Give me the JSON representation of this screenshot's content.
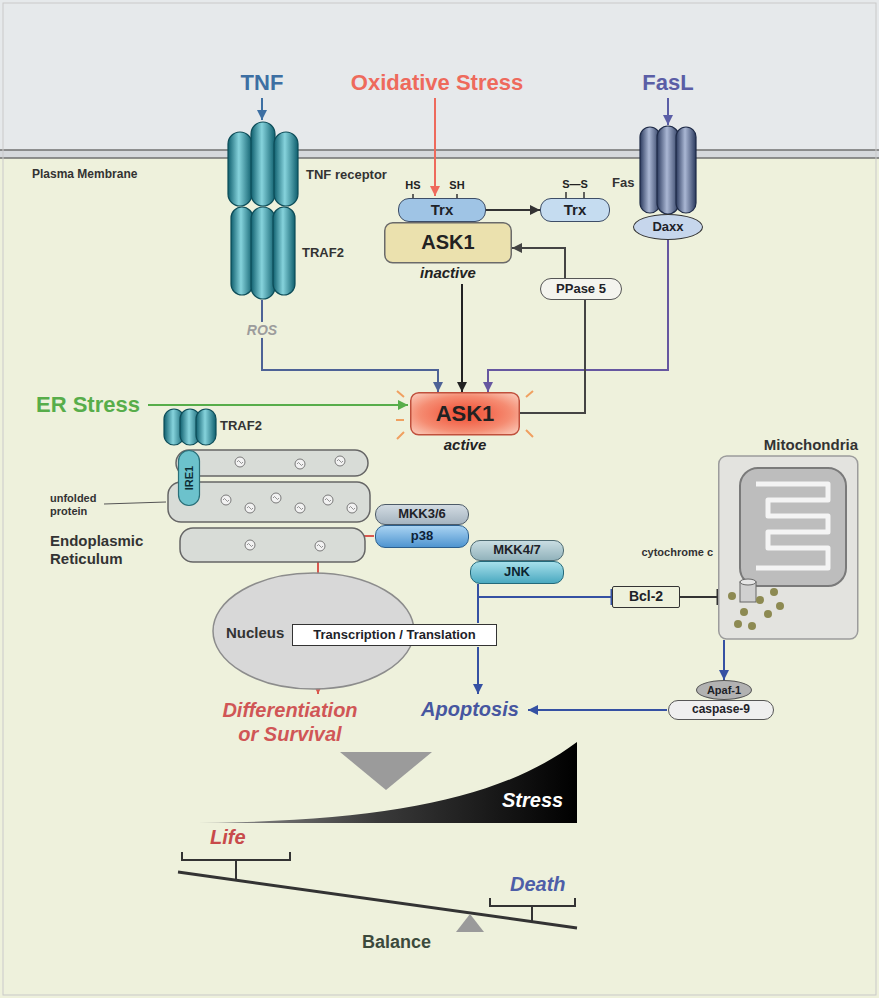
{
  "diagram": {
    "nodes": [
      {
        "text": [
          "TNF receptor"
        ]
      },
      {
        "text": [
          "Fas"
        ]
      },
      {
        "text": [
          "TRAF2"
        ]
      },
      {
        "text": [
          "Daxx"
        ]
      },
      {
        "text": [
          "Trx"
        ]
      },
      {
        "text": [
          "Trx"
        ]
      },
      {
        "text": [
          "ASK1",
          "inactive"
        ]
      },
      {
        "text": [
          "PPase 5"
        ]
      },
      {
        "text": [
          "ASK1",
          "active"
        ]
      },
      {
        "text": [
          "Endoplasmic Reticulum"
        ]
      },
      {
        "text": [
          "TRAF2"
        ]
      },
      {
        "text": [
          "IRE1"
        ],
        "in": 9
      },
      {
        "text": [
          "Mitochondria"
        ]
      },
      {
        "text": [
          "MKK3/6"
        ]
      },
      {
        "text": [
          "p38"
        ]
      },
      {
        "text": [
          "MKK4/7"
        ]
      },
      {
        "text": [
          "JNK"
        ]
      },
      {
        "text": [
          "Bcl-2"
        ]
      },
      {
        "text": [
          "Nucleus"
        ]
      },
      {
        "text": [
          "Transcription / Translation"
        ]
      },
      {
        "text": [
          "Apaf-1"
        ]
      },
      {
        "text": [
          "caspase-9"
        ]
      }
    ],
    "edges": [
      {
        "from": 2,
        "to": 8,
        "label": "ROS",
        "arrow": "to"
      },
      {
        "from": 4,
        "to": 5,
        "arrow": "to"
      },
      {
        "from": 6,
        "to": 8,
        "arrow": "to"
      },
      {
        "from": 3,
        "to": 8,
        "arrow": "to"
      },
      {
        "from": 8,
        "to": 7,
        "arrow": "none"
      },
      {
        "from": 7,
        "to": 6,
        "arrow": "to"
      },
      {
        "from": 16,
        "to": 17,
        "arrow": "to"
      },
      {
        "from": 17,
        "to": 12,
        "arrow": "to"
      },
      {
        "from": 12,
        "to": 20,
        "arrow": "to"
      }
    ],
    "labels": [
      "TNF",
      "Oxidative Stress",
      "FasL",
      "Plasma Membrane",
      "HS",
      "SH",
      "S—S",
      "ER Stress",
      "unfolded protein",
      "cytochrome c",
      "Differentiation or Survival",
      "Apoptosis",
      "Stress",
      "Life",
      "Death",
      "Balance"
    ]
  }
}
